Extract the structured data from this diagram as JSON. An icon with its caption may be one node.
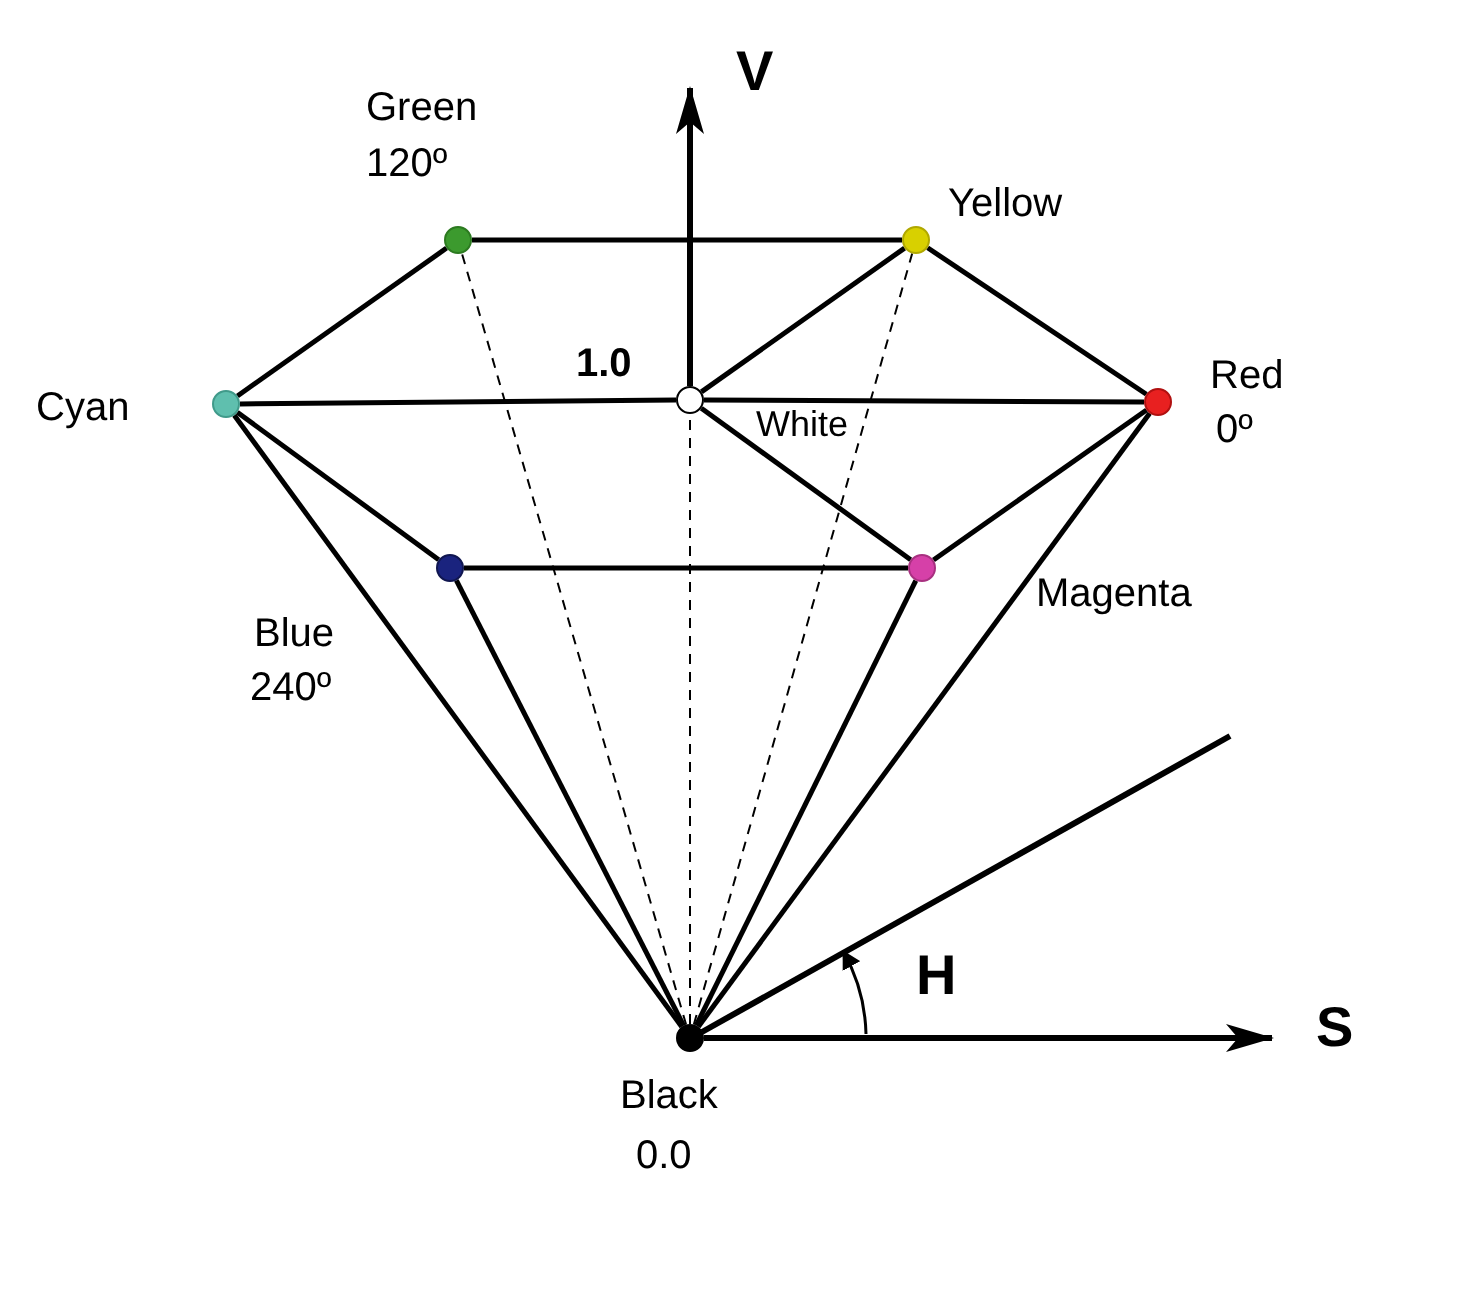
{
  "diagram": {
    "nodes": [
      {
        "text": [],
        "shape": "circle",
        "beside": [
          "Green",
          "120º"
        ]
      },
      {
        "text": [],
        "shape": "circle",
        "beside": [
          "Yellow"
        ]
      },
      {
        "text": [],
        "shape": "circle",
        "beside": [
          "Cyan"
        ]
      },
      {
        "text": [],
        "shape": "circle",
        "beside": [
          "White"
        ]
      },
      {
        "text": [],
        "shape": "circle",
        "beside": [
          "Red",
          "0º"
        ]
      },
      {
        "text": [],
        "shape": "circle",
        "beside": [
          "Blue",
          "240º"
        ]
      },
      {
        "text": [],
        "shape": "circle",
        "beside": [
          "Magenta"
        ]
      },
      {
        "text": [],
        "shape": "circle",
        "beside": [
          "Black",
          "0.0"
        ]
      }
    ],
    "edges": [
      {
        "from": 0,
        "to": 1,
        "arrow": "none"
      },
      {
        "from": 1,
        "to": 4,
        "arrow": "none"
      },
      {
        "from": 4,
        "to": 6,
        "arrow": "none"
      },
      {
        "from": 6,
        "to": 5,
        "arrow": "none"
      },
      {
        "from": 5,
        "to": 2,
        "arrow": "none"
      },
      {
        "from": 2,
        "to": 0,
        "arrow": "none"
      },
      {
        "from": 2,
        "to": 3,
        "arrow": "none"
      },
      {
        "from": 3,
        "to": 4,
        "arrow": "none"
      },
      {
        "from": 3,
        "to": 1,
        "arrow": "none"
      },
      {
        "from": 3,
        "to": 6,
        "arrow": "none"
      },
      {
        "from": 7,
        "to": 2,
        "arrow": "none"
      },
      {
        "from": 7,
        "to": 5,
        "arrow": "none"
      },
      {
        "from": 7,
        "to": 6,
        "arrow": "none"
      },
      {
        "from": 7,
        "to": 4,
        "arrow": "none"
      },
      {
        "from": 7,
        "to": 0,
        "arrow": "none",
        "style": "dashed"
      },
      {
        "from": 7,
        "to": 3,
        "arrow": "none",
        "style": "dashed"
      },
      {
        "from": 7,
        "to": 1,
        "arrow": "none",
        "style": "dashed"
      }
    ],
    "labels": [
      "V",
      "1.0",
      "H",
      "S"
    ]
  }
}
